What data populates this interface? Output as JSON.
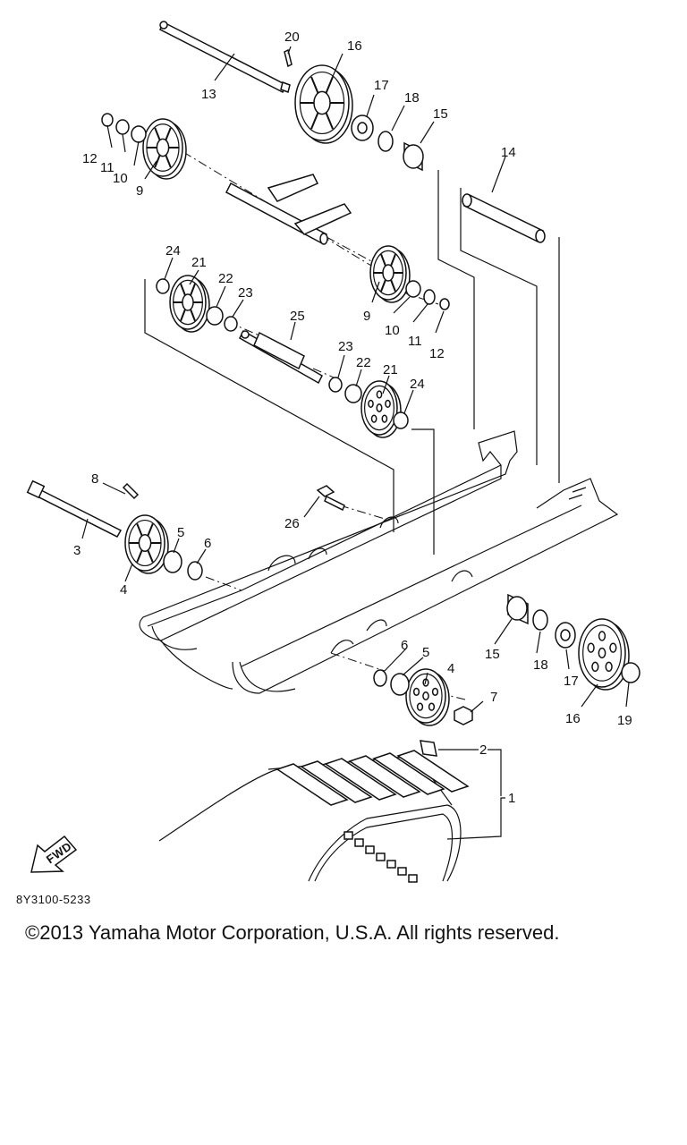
{
  "diagram": {
    "callouts": {
      "p1": "1",
      "p2": "2",
      "p3": "3",
      "p4a": "4",
      "p4b": "4",
      "p5a": "5",
      "p5b": "5",
      "p6a": "6",
      "p6b": "6",
      "p7": "7",
      "p8": "8",
      "p9a": "9",
      "p9b": "9",
      "p10a": "10",
      "p10b": "10",
      "p11a": "11",
      "p11b": "11",
      "p12a": "12",
      "p12b": "12",
      "p13": "13",
      "p14": "14",
      "p15a": "15",
      "p15b": "15",
      "p16a": "16",
      "p16b": "16",
      "p17a": "17",
      "p17b": "17",
      "p18a": "18",
      "p18b": "18",
      "p19": "19",
      "p20": "20",
      "p21a": "21",
      "p21b": "21",
      "p22a": "22",
      "p22b": "22",
      "p23a": "23",
      "p23b": "23",
      "p24a": "24",
      "p24b": "24",
      "p25": "25",
      "p26": "26"
    },
    "fwd_badge": "FWD",
    "drawing_code": "8Y3100-5233"
  },
  "footer": {
    "copyright": "©2013 Yamaha Motor Corporation, U.S.A. All rights reserved."
  }
}
